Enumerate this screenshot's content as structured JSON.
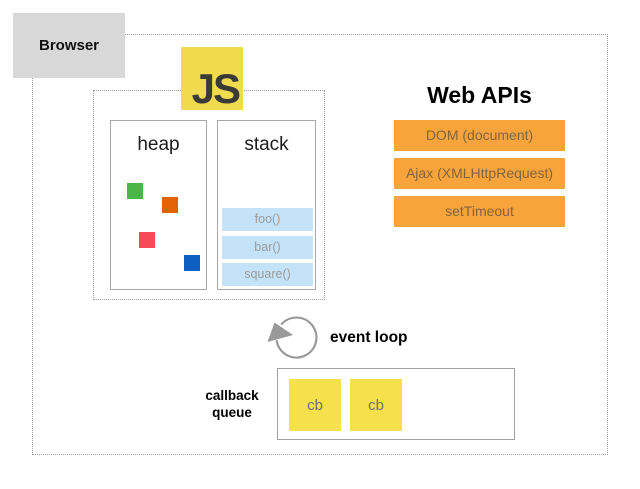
{
  "diagram_title": "Browser JavaScript runtime / event loop diagram",
  "colors": {
    "browser_box_gray": "#d8d8d8",
    "dotted_border_gray": "#9c9c9c",
    "solid_border_gray": "#a6a6a6",
    "js_logo_yellow": "#f0db4f",
    "js_logo_text": "#3b3b36",
    "web_api_orange": "#f7a43d",
    "stack_frame_blue": "#c5e3f8",
    "stack_frame_text_gray": "#9b9b9b",
    "callback_yellow": "#f6e04b",
    "heap_square_green": "#4bb648",
    "heap_square_orange": "#e26206",
    "heap_square_red": "#f74a57",
    "heap_square_blue": "#0d5fc4",
    "event_loop_arrow_gray": "#999999"
  },
  "browser": {
    "label": "Browser"
  },
  "js_runtime": {
    "logo_text": "JS",
    "heap": {
      "title": "heap",
      "squares": [
        "green",
        "orange",
        "red",
        "blue"
      ]
    },
    "stack": {
      "title": "stack",
      "frames": [
        "foo()",
        "bar()",
        "square()"
      ]
    }
  },
  "web_apis": {
    "title": "Web APIs",
    "items": [
      "DOM (document)",
      "Ajax (XMLHttpRequest)",
      "setTimeout"
    ]
  },
  "event_loop": {
    "label": "event loop",
    "icon": "circular-arrow-icon"
  },
  "callback_queue": {
    "label": "callback queue",
    "items": [
      "cb",
      "cb"
    ]
  }
}
